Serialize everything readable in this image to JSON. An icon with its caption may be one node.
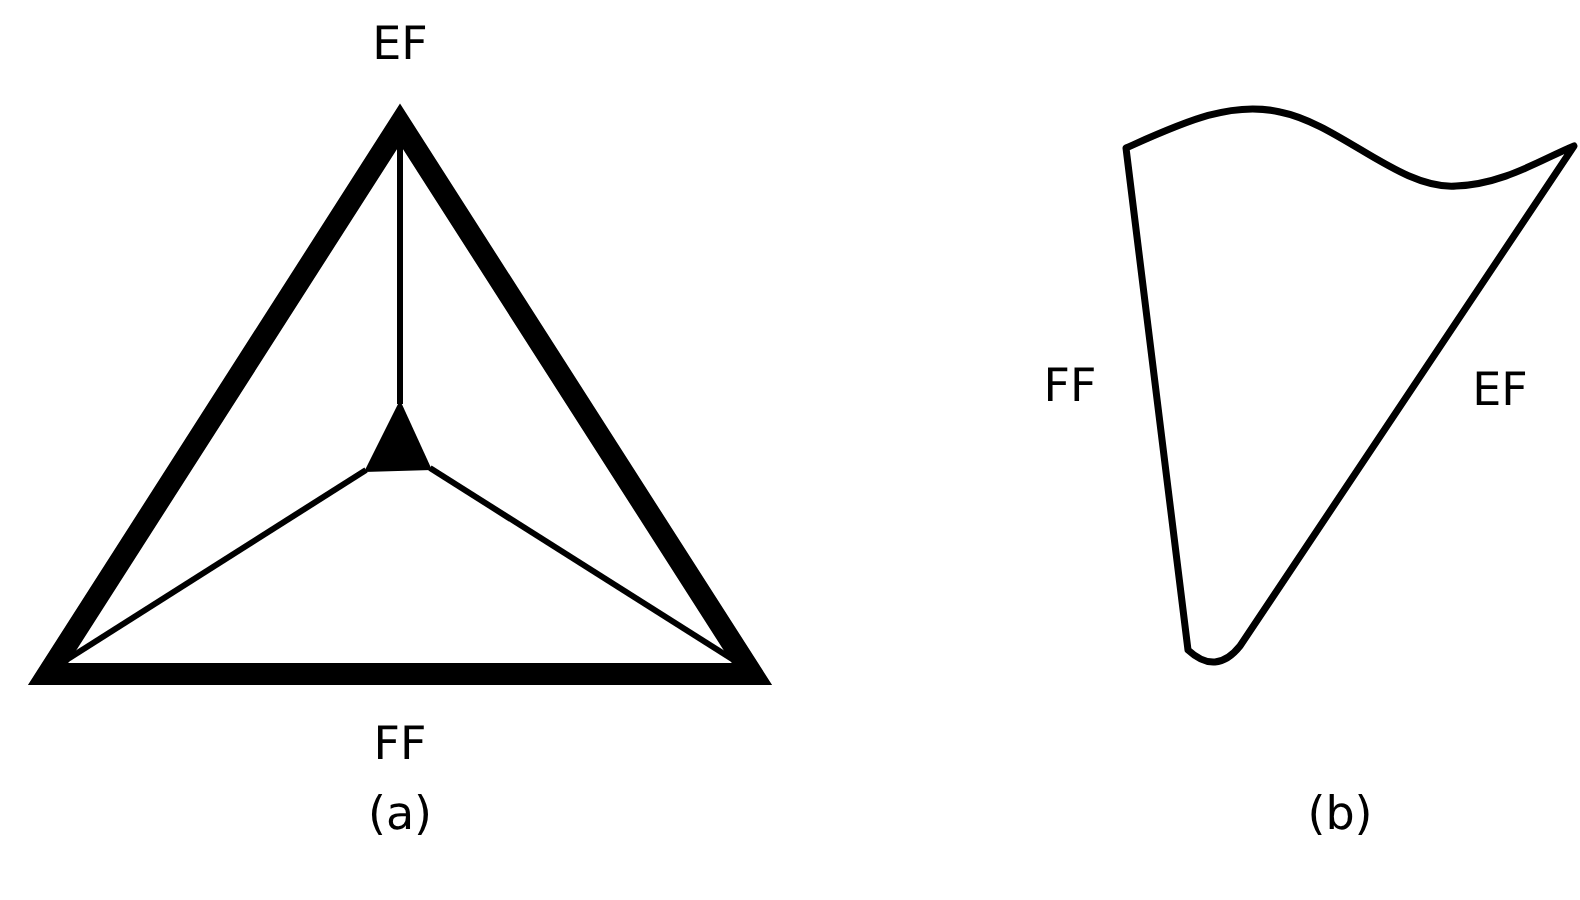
{
  "diagram": {
    "labels": [
      "EF",
      "FF",
      "EF",
      "FF",
      "(a)",
      "(b)"
    ]
  }
}
